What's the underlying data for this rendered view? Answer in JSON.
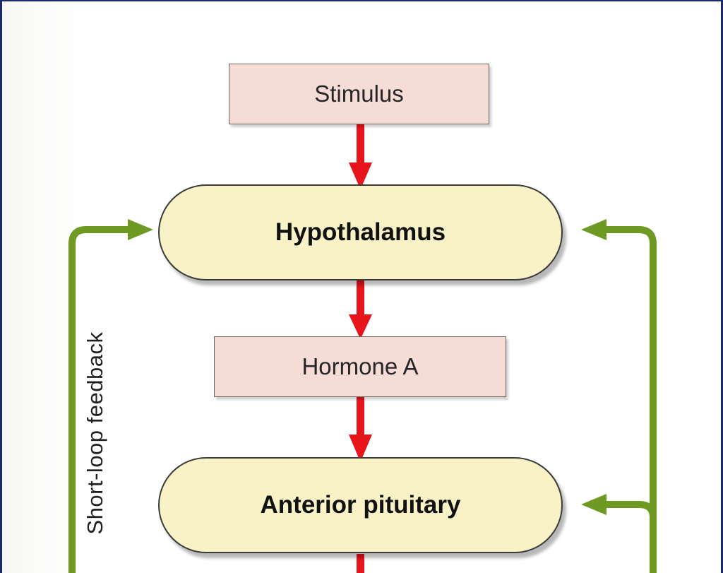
{
  "nodes": {
    "stimulus": "Stimulus",
    "hypothalamus": "Hypothalamus",
    "hormone_a": "Hormone A",
    "anterior_pituitary": "Anterior pituitary"
  },
  "labels": {
    "short_loop": "Short-loop feedback"
  },
  "colors": {
    "stimulatory_arrow": "#e8141c",
    "feedback_arrow": "#6e9a24",
    "box_fill": "#f6dcd6",
    "pill_fill": "#f8f2c6"
  }
}
